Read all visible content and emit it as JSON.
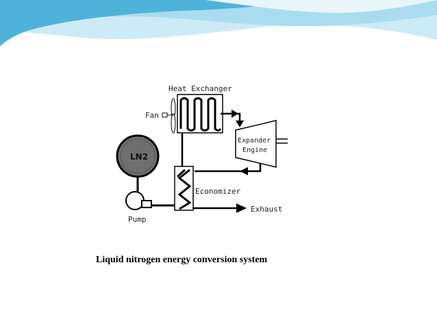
{
  "diagram": {
    "labels": {
      "heat_exchanger": "Heat Exchanger",
      "fan": "Fan",
      "tank": "LN2",
      "expander_line1": "Expander",
      "expander_line2": "Engine",
      "economizer": "Economizer",
      "exhaust": "Exhaust",
      "pump": "Pump"
    }
  },
  "caption": "Liquid nitrogen energy conversion system",
  "colors": {
    "wave_dark": "#4fb3d9",
    "wave_light": "#a9dcef",
    "line": "#000000",
    "tank_fill": "#6f6f6f"
  }
}
